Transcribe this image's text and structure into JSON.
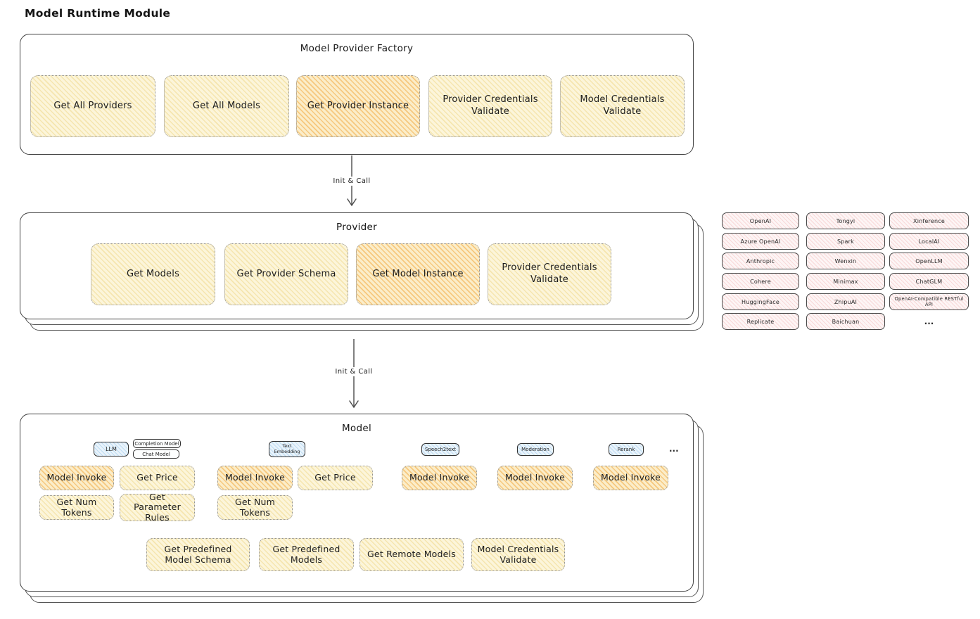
{
  "title": "Model Runtime Module",
  "arrows": {
    "factory_to_provider": "Init & Call",
    "provider_to_model": "Init & Call"
  },
  "factory": {
    "label": "Model Provider Factory",
    "methods": [
      {
        "label": "Get All Providers",
        "highlight": false
      },
      {
        "label": "Get All Models",
        "highlight": false
      },
      {
        "label": "Get Provider Instance",
        "highlight": true
      },
      {
        "label": "Provider Credentials Validate",
        "highlight": false
      },
      {
        "label": "Model Credentials Validate",
        "highlight": false
      }
    ]
  },
  "provider": {
    "label": "Provider",
    "methods": [
      {
        "label": "Get Models",
        "highlight": false
      },
      {
        "label": "Get Provider Schema",
        "highlight": false
      },
      {
        "label": "Get Model Instance",
        "highlight": true
      },
      {
        "label": "Provider Credentials Validate",
        "highlight": false
      }
    ]
  },
  "providers_list": {
    "columns": [
      [
        "OpenAI",
        "Azure OpenAI",
        "Anthropic",
        "Cohere",
        "HuggingFace",
        "Replicate"
      ],
      [
        "Tongyi",
        "Spark",
        "Wenxin",
        "Minimax",
        "ZhipuAI",
        "Baichuan"
      ],
      [
        "Xinference",
        "LocalAI",
        "OpenLLM",
        "ChatGLM",
        "OpenAI-Compatible RESTful API"
      ]
    ],
    "more": "..."
  },
  "model": {
    "label": "Model",
    "badges": {
      "llm": "LLM",
      "completion": "Completion Model",
      "chat": "Chat Model",
      "text_embedding": "Text Embedding",
      "speech2text": "Speech2text",
      "moderation": "Moderation",
      "rerank": "Rerank",
      "more": "..."
    },
    "chips": {
      "llm_invoke": "Model Invoke",
      "llm_price": "Get Price",
      "llm_tokens": "Get Num Tokens",
      "llm_rules": "Get Parameter Rules",
      "emb_invoke": "Model Invoke",
      "emb_price": "Get Price",
      "emb_tokens": "Get Num Tokens",
      "s2t_invoke": "Model Invoke",
      "moderation_invoke": "Model Invoke",
      "rerank_invoke": "Model Invoke",
      "schema": "Get Predefined Model Schema",
      "predefined": "Get Predefined Models",
      "remote": "Get Remote Models",
      "credentials": "Model Credentials Validate"
    }
  },
  "colors": {
    "yellow_fill": "#fcf5da",
    "yellow_hatch": "#f5e5af",
    "orange_fill": "#fbedc9",
    "orange_hatch": "#f6c87e",
    "pink_fill": "#fdf5f5",
    "pink_hatch": "#f8d8d8",
    "blue_fill": "#e9f3fb",
    "blue_hatch": "#bedcf2",
    "panel_border": "#414141",
    "dotted_border": "#8d8d8d",
    "arrow": "#4a4a4a"
  }
}
